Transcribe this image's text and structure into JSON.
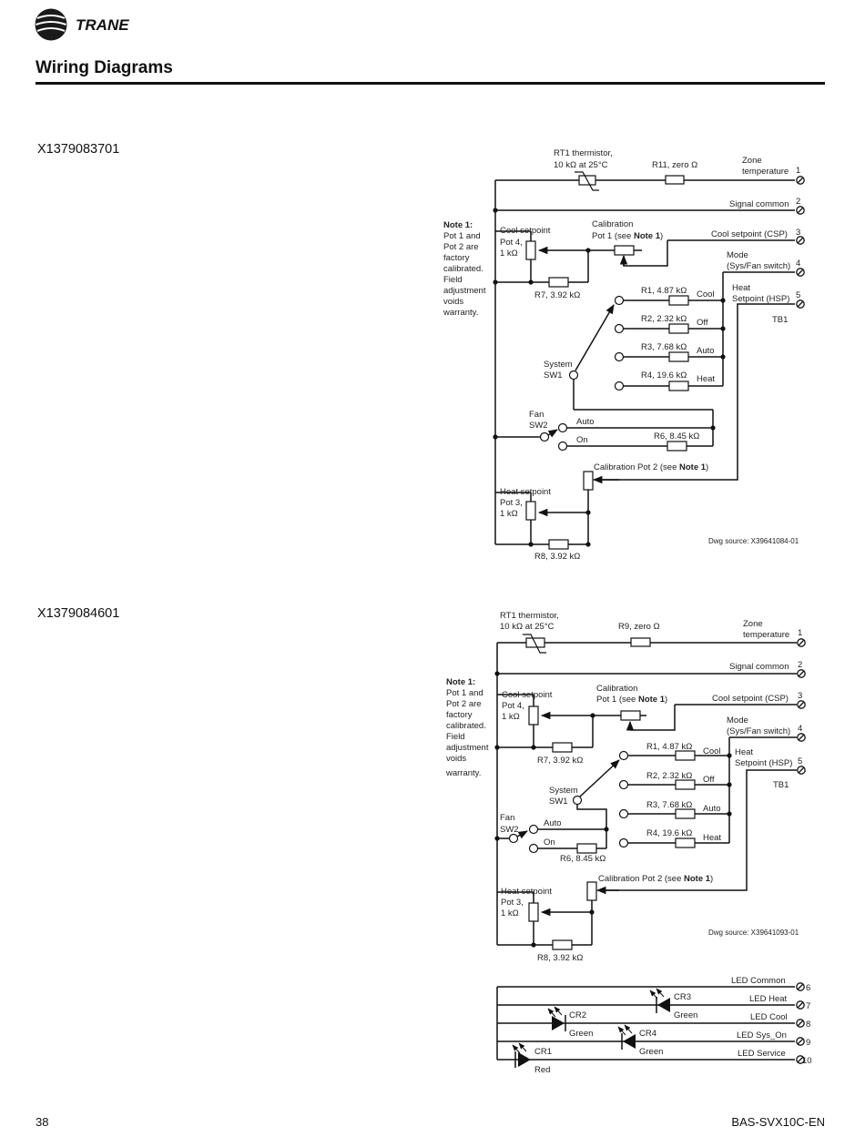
{
  "brand": "TRANE",
  "page_title": "Wiring Diagrams",
  "models": [
    "X1379083701",
    "X1379084601"
  ],
  "note": {
    "heading": "Note 1:",
    "lines": [
      "Pot 1 and",
      "Pot 2 are",
      "factory",
      "calibrated.",
      "Field",
      "adjustment",
      "voids",
      "warranty."
    ]
  },
  "labels": {
    "rt1_a": "RT1 thermistor,",
    "rt1_b": "10 kΩ at 25°C",
    "r11": "R11, zero Ω",
    "r9": "R9, zero Ω",
    "zone_a": "Zone",
    "zone_b": "temperature",
    "sigcom": "Signal common",
    "cool_sp_a": "Cool setpoint",
    "cool_sp_b": "Pot 4,",
    "pot_1k": "1 kΩ",
    "cal1_a": "Calibration",
    "cal1_b": "Pot 1 (see ",
    "note_ref": "Note 1",
    ")": ")",
    "csp": "Cool setpoint (CSP)",
    "mode_a": "Mode",
    "mode_b": "(Sys/Fan switch)",
    "heat_a": "Heat",
    "heat_b": "Setpoint (HSP)",
    "tb1": "TB1",
    "r7": "R7, 3.92 kΩ",
    "r1": "R1, 4.87 kΩ",
    "r2": "R2, 2.32 kΩ",
    "r3": "R3, 7.68 kΩ",
    "r4": "R4, 19.6 kΩ",
    "cool": "Cool",
    "off": "Off",
    "auto": "Auto",
    "heat": "Heat",
    "sys_a": "System",
    "sys_b": "SW1",
    "fan_a": "Fan",
    "fan_b": "SW2",
    "on": "On",
    "r6": "R6, 8.45 kΩ",
    "cal2": "Calibration Pot 2 (see ",
    "heat_sp_a": "Heat setpoint",
    "heat_sp_b": "Pot 3,",
    "r8": "R8, 3.92 kΩ",
    "dwg1": "Dwg source: X39641084-01",
    "dwg2": "Dwg source: X39641093-01"
  },
  "terminals": [
    "1",
    "2",
    "3",
    "4",
    "5"
  ],
  "led": {
    "rows": [
      {
        "name": "LED Common",
        "num": "6"
      },
      {
        "name": "LED Heat",
        "num": "7"
      },
      {
        "name": "LED Cool",
        "num": "8"
      },
      {
        "name": "LED Sys_On",
        "num": "9"
      },
      {
        "name": "LED Service",
        "num": "10"
      }
    ],
    "cr3": "CR3",
    "cr2": "CR2",
    "cr4": "CR4",
    "cr1": "CR1",
    "green": "Green",
    "red": "Red"
  },
  "footer": {
    "page": "38",
    "doc": "BAS-SVX10C-EN"
  }
}
